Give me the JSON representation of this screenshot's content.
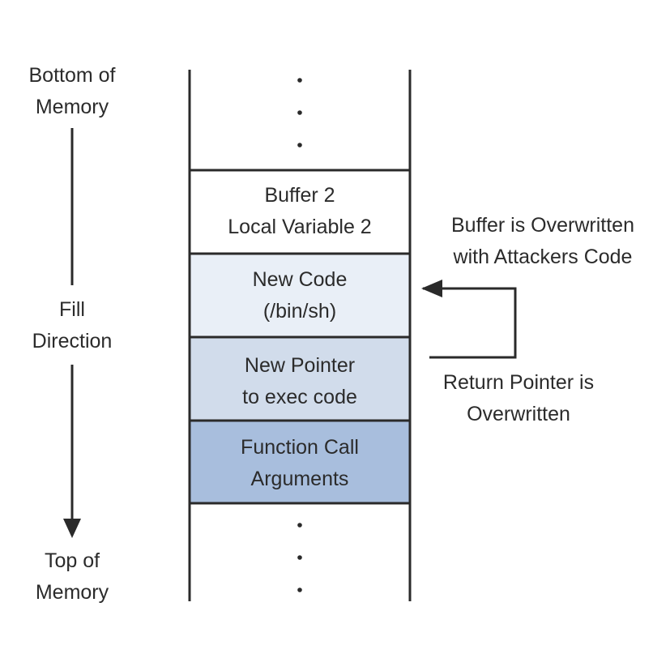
{
  "left_axis": {
    "top_label": [
      "Bottom of",
      "Memory"
    ],
    "middle_label": [
      "Fill",
      "Direction"
    ],
    "bottom_label": [
      "Top of",
      "Memory"
    ]
  },
  "stack": {
    "cells": [
      {
        "lines": [
          "Buffer 2",
          "Local Variable 2"
        ],
        "fill": "#ffffff"
      },
      {
        "lines": [
          "New Code",
          "(/bin/sh)"
        ],
        "fill": "#e9eff7"
      },
      {
        "lines": [
          "New Pointer",
          "to exec code"
        ],
        "fill": "#d1dceb"
      },
      {
        "lines": [
          "Function Call",
          "Arguments"
        ],
        "fill": "#a8bedd"
      }
    ]
  },
  "annotations": {
    "buffer_overwritten": [
      "Buffer is Overwritten",
      "with Attackers Code"
    ],
    "return_pointer": [
      "Return Pointer is",
      "Overwritten"
    ]
  },
  "colors": {
    "line": "#2a2a2a",
    "text": "#2b2b2b"
  }
}
